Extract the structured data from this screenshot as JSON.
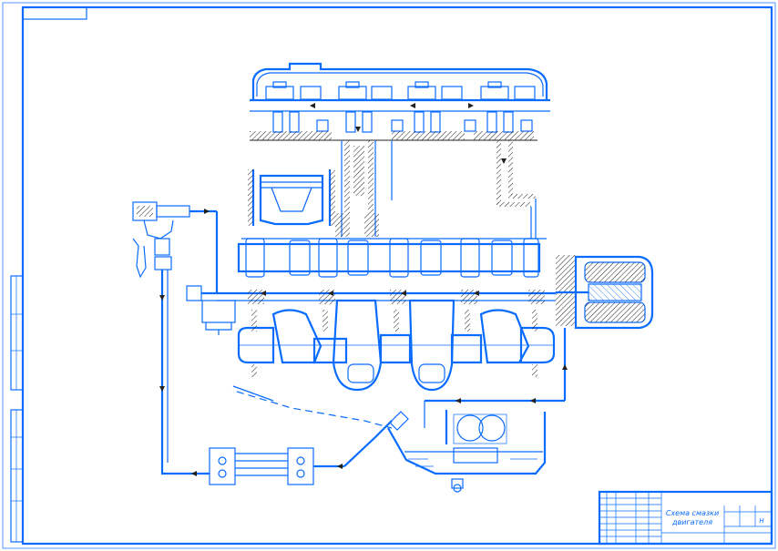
{
  "title_block": {
    "title_line1": "Схема смазки",
    "title_line2": "двигателя",
    "sheet_mark": "Н"
  },
  "colors": {
    "line": "#0a6cff",
    "background": "#ffffff",
    "section": "#222222"
  }
}
